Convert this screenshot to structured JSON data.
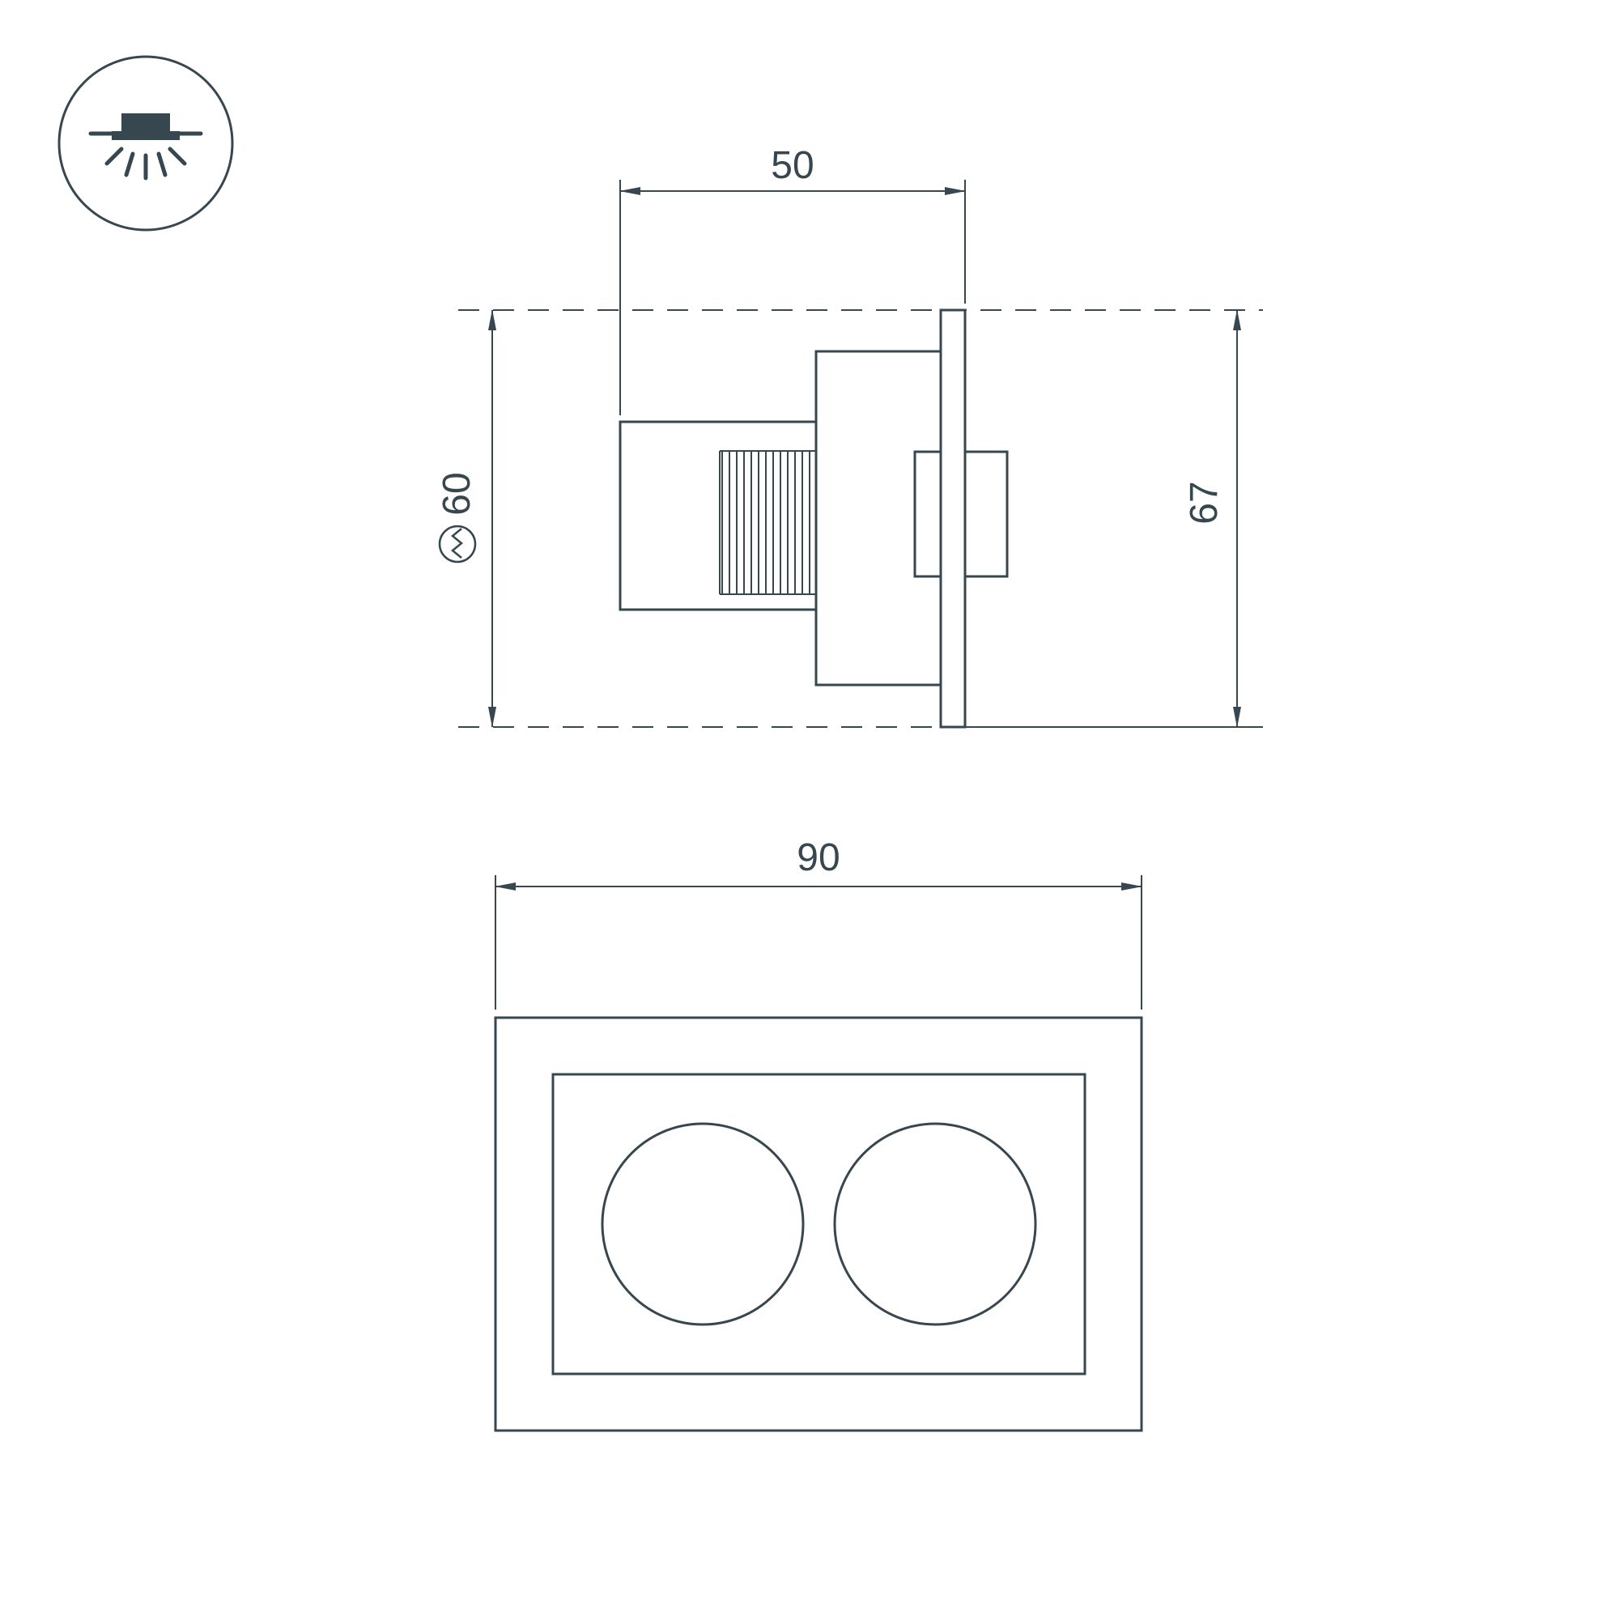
{
  "colors": {
    "line": "#37474f",
    "background": "#ffffff"
  },
  "icons": {
    "badge": "recessed-downlight-icon",
    "cutout_symbol": "circled-cut-wave-icon"
  },
  "side_view": {
    "dim_top_width": "50",
    "dim_cutout_height": "60",
    "dim_overall_height": "67"
  },
  "front_view": {
    "dim_width": "90"
  }
}
